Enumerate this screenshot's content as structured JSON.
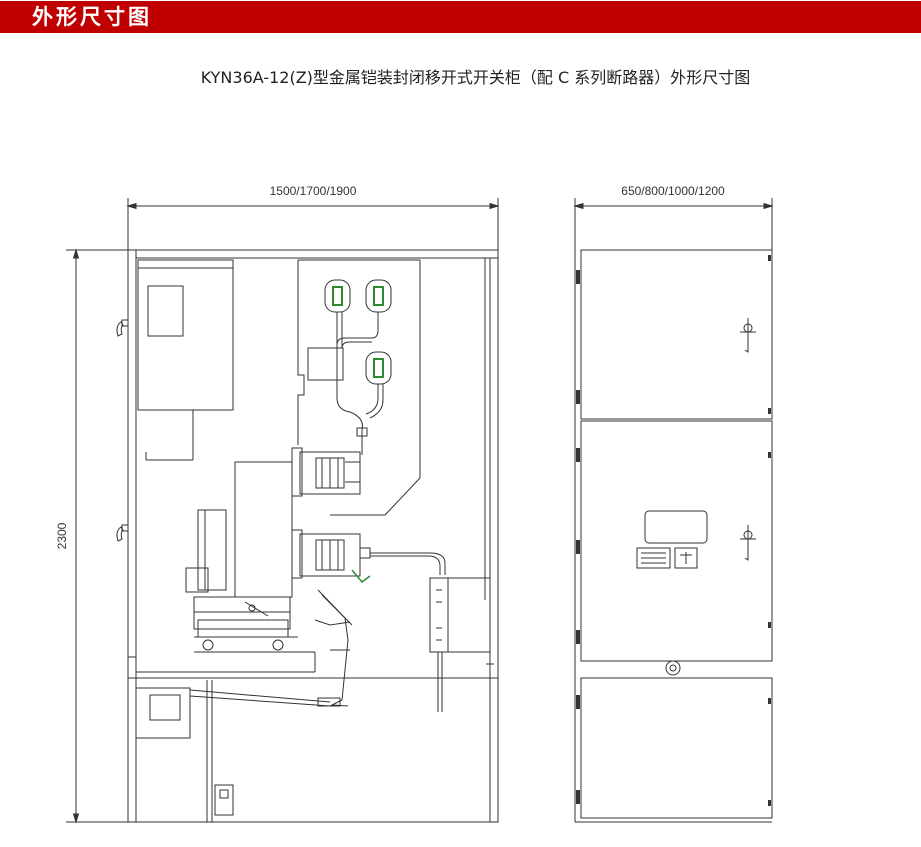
{
  "header": {
    "title": "外形尺寸图"
  },
  "diagram": {
    "title": "KYN36A-12(Z)型金属铠装封闭移开式开关柜（配 C 系列断路器）外形尺寸图",
    "front_view": {
      "width_label": "1500/1700/1900",
      "height_label": "2300"
    },
    "side_view": {
      "depth_label": "650/800/1000/1200"
    }
  },
  "colors": {
    "header_bg": "#c00000",
    "line": "#333333",
    "accent_green": "#2f8a2f"
  }
}
